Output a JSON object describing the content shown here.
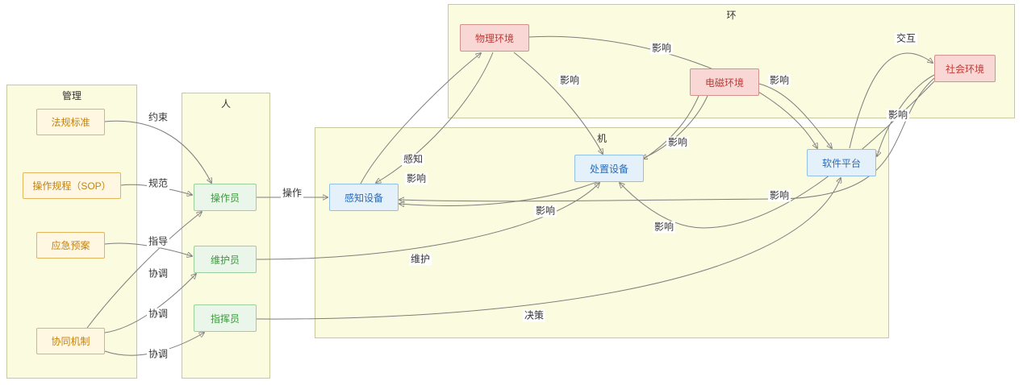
{
  "diagram": {
    "groups": {
      "management": {
        "label": "管理"
      },
      "human": {
        "label": "人"
      },
      "machine": {
        "label": "机"
      },
      "environment": {
        "label": "环"
      }
    },
    "nodes": {
      "regulations": {
        "label": "法规标准",
        "group": "管理"
      },
      "sop": {
        "label": "操作规程（SOP）",
        "group": "管理"
      },
      "emergency_plan": {
        "label": "应急预案",
        "group": "管理"
      },
      "coordination": {
        "label": "协同机制",
        "group": "管理"
      },
      "operator": {
        "label": "操作员",
        "group": "人"
      },
      "maintainer": {
        "label": "维护员",
        "group": "人"
      },
      "commander": {
        "label": "指挥员",
        "group": "人"
      },
      "sensor_device": {
        "label": "感知设备",
        "group": "机"
      },
      "disposal_device": {
        "label": "处置设备",
        "group": "机"
      },
      "software_platform": {
        "label": "软件平台",
        "group": "机"
      },
      "physical_env": {
        "label": "物理环境",
        "group": "环"
      },
      "em_env": {
        "label": "电磁环境",
        "group": "环"
      },
      "social_env": {
        "label": "社会环境",
        "group": "环"
      }
    },
    "edges": [
      {
        "from": "法规标准",
        "to": "操作员",
        "label": "约束"
      },
      {
        "from": "操作规程（SOP）",
        "to": "操作员",
        "label": "规范"
      },
      {
        "from": "应急预案",
        "to": "维护员",
        "label": "指导"
      },
      {
        "from": "协同机制",
        "to": "操作员",
        "label": "协调"
      },
      {
        "from": "协同机制",
        "to": "维护员",
        "label": "协调"
      },
      {
        "from": "协同机制",
        "to": "指挥员",
        "label": "协调"
      },
      {
        "from": "操作员",
        "to": "感知设备",
        "label": "操作"
      },
      {
        "from": "维护员",
        "to": "处置设备",
        "label": "维护"
      },
      {
        "from": "指挥员",
        "to": "软件平台",
        "label": "决策"
      },
      {
        "from": "感知设备",
        "to": "物理环境",
        "label": "感知"
      },
      {
        "from": "物理环境",
        "to": "感知设备",
        "label": "影响"
      },
      {
        "from": "物理环境",
        "to": "处置设备",
        "label": "影响"
      },
      {
        "from": "物理环境",
        "to": "软件平台",
        "label": "影响"
      },
      {
        "from": "电磁环境",
        "to": "感知设备",
        "label": "影响"
      },
      {
        "from": "电磁环境",
        "to": "处置设备",
        "label": "影响"
      },
      {
        "from": "电磁环境",
        "to": "软件平台",
        "label": "影响"
      },
      {
        "from": "社会环境",
        "to": "感知设备",
        "label": "影响"
      },
      {
        "from": "社会环境",
        "to": "处置设备",
        "label": "影响"
      },
      {
        "from": "社会环境",
        "to": "软件平台",
        "label": "影响"
      },
      {
        "from": "软件平台",
        "to": "社会环境",
        "label": "交互"
      }
    ],
    "colors": {
      "group_fill": "#fbfbdf",
      "group_border": "#c9c99e",
      "management_text": "#c4820e",
      "human_text": "#3c9a3c",
      "machine_text": "#2b6cb8",
      "environment_text": "#bf3a36",
      "edge_stroke": "#7d7d7d"
    }
  }
}
